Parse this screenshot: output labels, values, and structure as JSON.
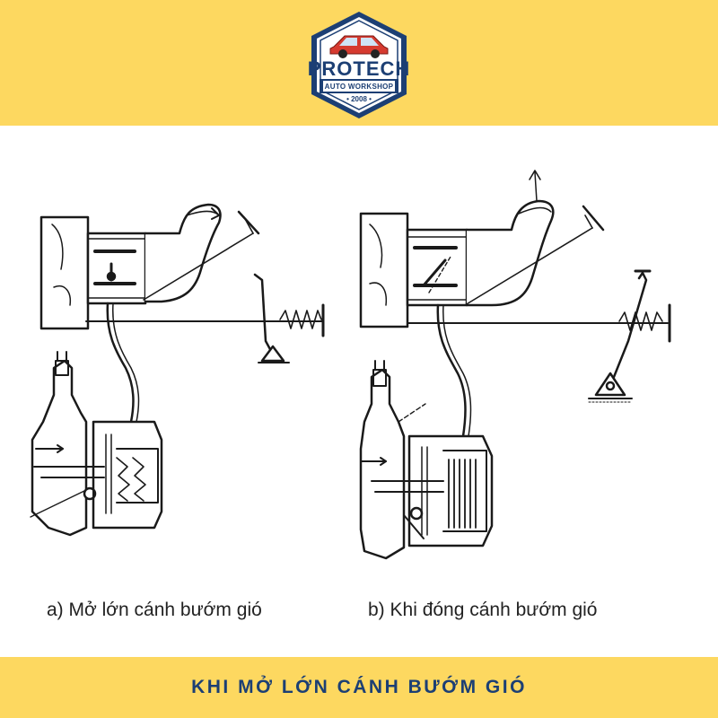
{
  "header": {
    "logo": {
      "brand": "PROTECH",
      "subtitle": "AUTO WORKSHOP",
      "year": "• 2008 •"
    }
  },
  "diagram": {
    "caption_a": "a) Mở lớn cánh bướm gió",
    "caption_b": "b) Khi đóng cánh bướm gió"
  },
  "footer": {
    "title": "KHI MỞ LỚN CÁNH BƯỚM GIÓ"
  },
  "colors": {
    "yellow": "#fdd860",
    "navy": "#1c3f74",
    "logo_red": "#d63a2f"
  }
}
